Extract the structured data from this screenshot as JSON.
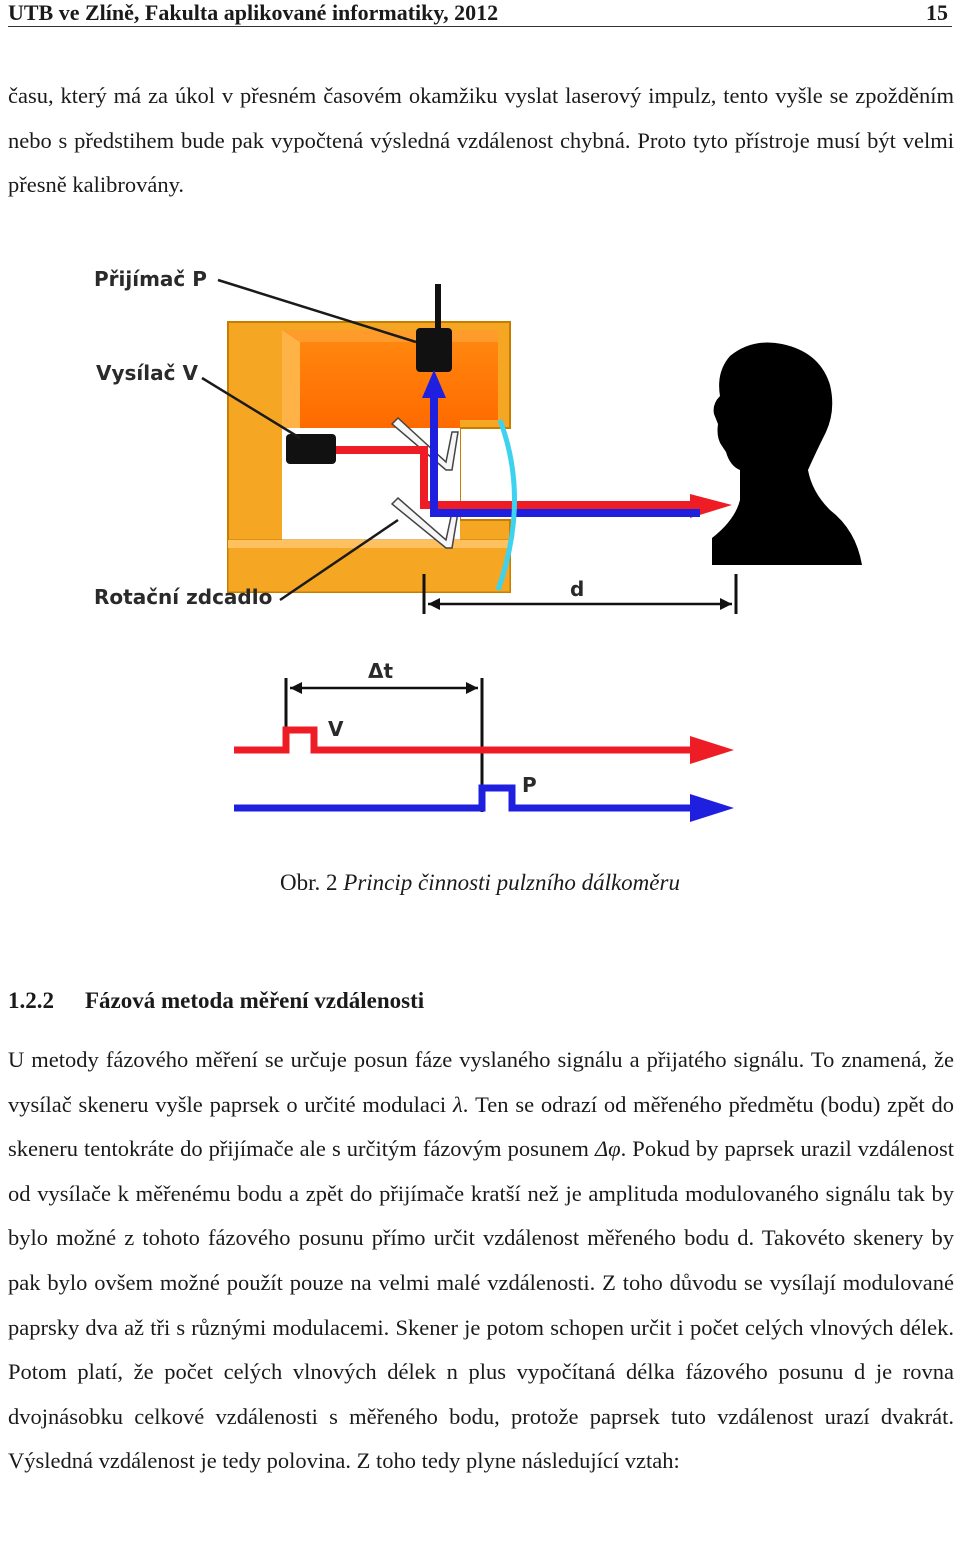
{
  "header": {
    "left": "UTB ve Zlíně, Fakulta aplikované informatiky, 2012",
    "page_number": "15"
  },
  "paragraph1": "času, který má za úkol v přesném časovém okamžiku vyslat laserový impulz, tento vyšle se zpožděním nebo s předstihem bude pak vypočtená výsledná vzdálenost chybná. Proto tyto přístroje musí být velmi přesně kalibrovány.",
  "figure": {
    "labels": {
      "receiver": "Přijímač P",
      "transmitter": "Vysílač V",
      "mirror": "Rotační zdcadlo",
      "distance": "d",
      "delta_t": "Δt",
      "signal_v": "V",
      "signal_p": "P"
    },
    "colors": {
      "housing": "#f5a623",
      "housing_inner": "#ff7f00",
      "transmit_beam": "#ee1c24",
      "receive_beam": "#1f1fe0",
      "arc": "#3cd2f0"
    }
  },
  "caption": {
    "label": "Obr. 2",
    "text": "Princip činnosti pulzního dálkoměru"
  },
  "heading": {
    "number": "1.2.2",
    "title": "Fázová metoda měření vzdálenosti"
  },
  "paragraph2": {
    "part1": "U metody fázového měření se určuje posun fáze vyslaného signálu a přijatého signálu. To znamená, že vysílač skeneru vyšle paprsek o určité modulaci ",
    "lambda": "λ",
    "part2": ". Ten se odrazí od měřeného předmětu (bodu) zpět do skeneru tentokráte do přijímače ale s určitým fázovým posunem ",
    "phi": "Δφ",
    "part3": ". Pokud by paprsek urazil vzdálenost od vysílače k měřenému bodu a zpět do přijímače kratší než je amplituda modulovaného signálu tak by bylo možné z tohoto fázového posunu přímo určit vzdálenost měřeného bodu d. Takovéto skenery by pak bylo ovšem možné použít pouze na velmi malé vzdálenosti. Z toho důvodu se vysílají modulované paprsky dva až tři s různými modulacemi. Skener je potom schopen určit i počet celých vlnových délek. Potom platí, že počet celých vlnových délek n plus vypočítaná délka fázového posunu d je rovna dvojnásobku celkové vzdálenosti s měřeného bodu, protože paprsek tuto vzdálenost urazí dvakrát. Výsledná vzdálenost je tedy polovina. Z toho tedy plyne následující vztah:"
  }
}
